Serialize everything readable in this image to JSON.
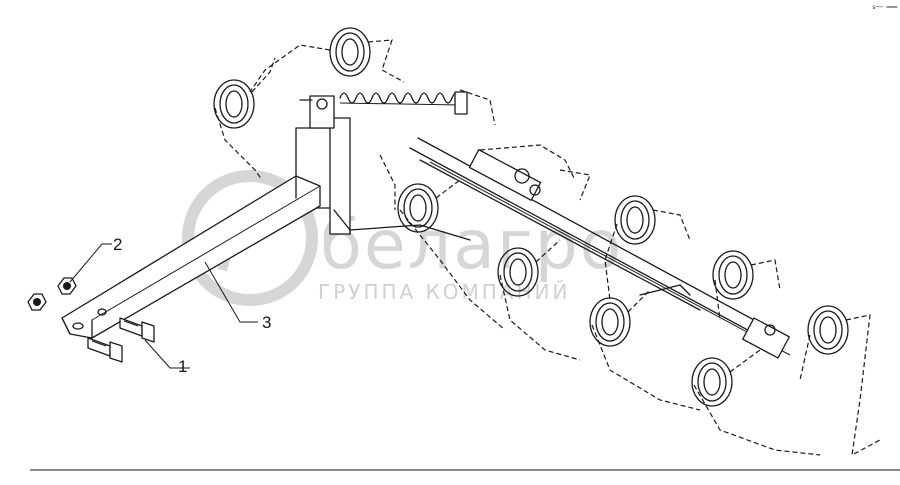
{
  "diagram": {
    "callouts": [
      {
        "id": "1",
        "label": "1"
      },
      {
        "id": "2",
        "label": "2"
      },
      {
        "id": "3",
        "label": "3"
      }
    ],
    "watermark": {
      "brand": "белагро",
      "subtitle": "ГРУППА КОМПАНИЙ"
    },
    "corner_mark": "s── ═══"
  },
  "colors": {
    "line": "#1a1a1a",
    "watermark": "#d6d6d6",
    "background": "#ffffff"
  }
}
